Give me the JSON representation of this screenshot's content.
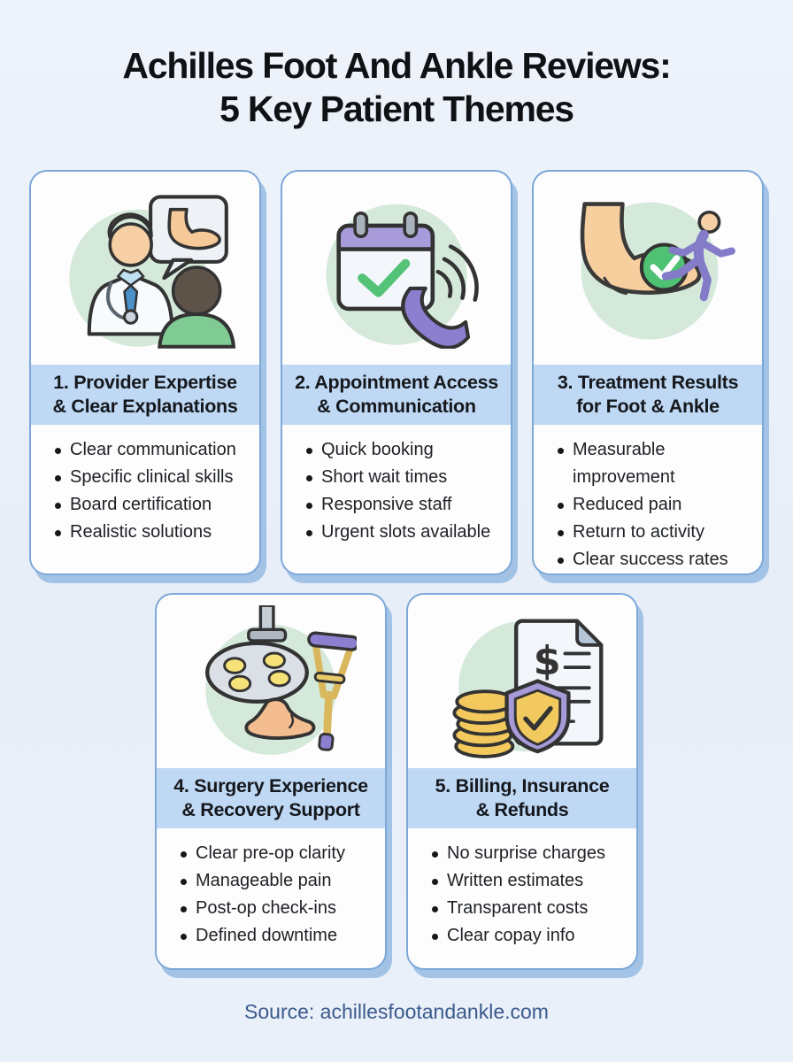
{
  "palette": {
    "page_bg": "#eaf0f9",
    "card_bg": "#fdfdfe",
    "card_border": "#7da8d8",
    "card_shadow": "#a2c3e6",
    "header_band": "#bfd8f3",
    "heading_text": "#15181d",
    "body_text": "#1d2024",
    "icon_circle_green": "#d5e9db",
    "accent_purple": "#8d7fd0",
    "accent_green": "#4fc173",
    "accent_gold": "#f3c95e",
    "skin_tone": "#f6cfa0",
    "footer_text": "#3a5a8c"
  },
  "title": {
    "line1": "Achilles Foot And Ankle Reviews:",
    "line2": "5 Key Patient Themes"
  },
  "cards": [
    {
      "icon": "doctor-patient-consult-icon",
      "heading": [
        "1. Provider Expertise",
        "& Clear Explanations"
      ],
      "bullets": [
        "Clear communication",
        "Specific clinical skills",
        "Board certification",
        "Realistic solutions"
      ]
    },
    {
      "icon": "calendar-phone-icon",
      "heading": [
        "2. Appointment Access",
        "& Communication"
      ],
      "bullets": [
        "Quick booking",
        "Short wait times",
        "Responsive staff",
        "Urgent slots available"
      ]
    },
    {
      "icon": "foot-check-runner-icon",
      "heading": [
        "3. Treatment Results",
        "for Foot & Ankle"
      ],
      "bullets": [
        "Measurable improvement",
        "Reduced pain",
        "Return to activity",
        "Clear success rates"
      ]
    },
    {
      "icon": "surgery-lamp-crutch-icon",
      "heading": [
        "4. Surgery Experience",
        "& Recovery Support"
      ],
      "bullets": [
        "Clear pre-op clarity",
        "Manageable pain",
        "Post-op check-ins",
        "Defined downtime"
      ]
    },
    {
      "icon": "billing-shield-document-icon",
      "heading": [
        "5. Billing, Insurance",
        "& Refunds"
      ],
      "bullets": [
        "No surprise charges",
        "Written estimates",
        "Transparent costs",
        "Clear copay info"
      ],
      "icon_glyph": "$"
    }
  ],
  "footer": {
    "text": "Source: achillesfootandankle.com"
  }
}
